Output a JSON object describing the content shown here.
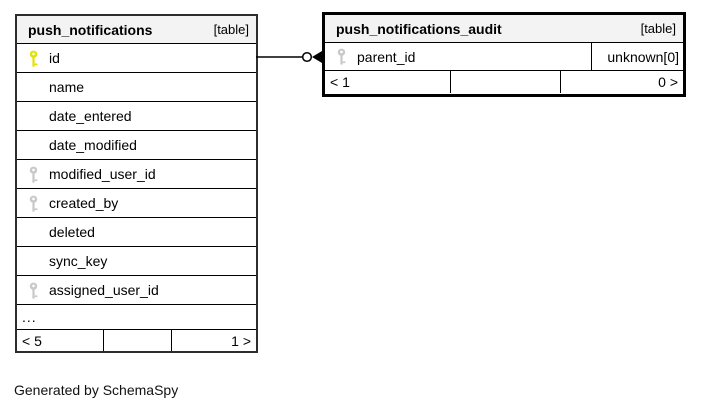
{
  "page": {
    "footer_note": "Generated by SchemaSpy"
  },
  "colors": {
    "primary_key": "#e2e200",
    "foreign_key": "#c9c9c9",
    "header_bg": "#f3f3f3",
    "border": "#000000"
  },
  "relationship": {
    "from_column": "id",
    "to_column": "parent_id",
    "end_style": "circle-arrow"
  },
  "tables": [
    {
      "name": "push_notifications",
      "type_label": "[table]",
      "columns": [
        {
          "name": "id",
          "key": "primary"
        },
        {
          "name": "name",
          "key": "none"
        },
        {
          "name": "date_entered",
          "key": "none"
        },
        {
          "name": "date_modified",
          "key": "none"
        },
        {
          "name": "modified_user_id",
          "key": "foreign"
        },
        {
          "name": "created_by",
          "key": "foreign"
        },
        {
          "name": "deleted",
          "key": "none"
        },
        {
          "name": "sync_key",
          "key": "none"
        },
        {
          "name": "assigned_user_id",
          "key": "foreign"
        }
      ],
      "ellipsis": "...",
      "footer": {
        "left": "< 5",
        "middle": "",
        "right": "1 >"
      }
    },
    {
      "name": "push_notifications_audit",
      "type_label": "[table]",
      "columns": [
        {
          "name": "parent_id",
          "key": "foreign",
          "attribute": "unknown[0]"
        }
      ],
      "footer": {
        "left": "< 1",
        "middle": "",
        "right": "0 >"
      }
    }
  ]
}
